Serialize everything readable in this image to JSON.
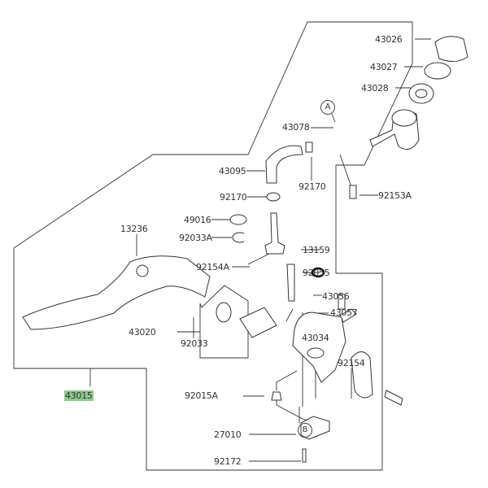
{
  "diagram": {
    "callouts": {
      "p43026": "43026",
      "p43027": "43027",
      "p43028": "43028",
      "refA": "A",
      "p43078": "43078",
      "p43095": "43095",
      "p92170a": "92170",
      "p92170b": "92170",
      "p92153A": "92153A",
      "p49016": "49016",
      "p92033A": "92033A",
      "p13236": "13236",
      "p13159": "13159",
      "p92154A": "92154A",
      "p92055": "92055",
      "p43056": "43056",
      "p43057": "43057",
      "p43020": "43020",
      "p92033": "92033",
      "p43034": "43034",
      "p92154": "92154",
      "p43015": "43015",
      "p92015A": "92015A",
      "refB": "B",
      "p27010": "27010",
      "p92172": "92172"
    },
    "highlight_color": "#8fc98f"
  }
}
